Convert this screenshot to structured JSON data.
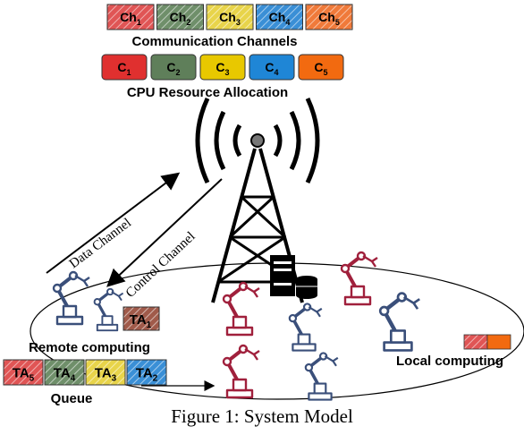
{
  "channels": {
    "title": "Communication Channels",
    "items": [
      {
        "base": "Ch",
        "sub": "1",
        "color": "#e05555"
      },
      {
        "base": "Ch",
        "sub": "2",
        "color": "#6f8f6a"
      },
      {
        "base": "Ch",
        "sub": "3",
        "color": "#e8d44a"
      },
      {
        "base": "Ch",
        "sub": "4",
        "color": "#3a8fd6"
      },
      {
        "base": "Ch",
        "sub": "5",
        "color": "#f07a3a"
      }
    ]
  },
  "cpu": {
    "title": "CPU Resource Allocation",
    "items": [
      {
        "base": "C",
        "sub": "1",
        "color": "#e0302f"
      },
      {
        "base": "C",
        "sub": "2",
        "color": "#5f7f5a"
      },
      {
        "base": "C",
        "sub": "3",
        "color": "#e8c800"
      },
      {
        "base": "C",
        "sub": "4",
        "color": "#1f86d6"
      },
      {
        "base": "C",
        "sub": "5",
        "color": "#f26a10"
      }
    ]
  },
  "links": {
    "data_channel": "Data Channel",
    "control_channel": "Control Channel"
  },
  "remote": {
    "label": "Remote computing",
    "task": {
      "base": "TA",
      "sub": "1",
      "color": "#a05a4a"
    }
  },
  "queue": {
    "label": "Queue",
    "tasks": [
      {
        "base": "TA",
        "sub": "5",
        "color": "#e05555"
      },
      {
        "base": "TA",
        "sub": "4",
        "color": "#6f8f6a"
      },
      {
        "base": "TA",
        "sub": "3",
        "color": "#e8d44a"
      },
      {
        "base": "TA",
        "sub": "2",
        "color": "#3a8fd6"
      }
    ]
  },
  "local": {
    "label": "Local computing"
  },
  "caption": "Figure 1: System Model",
  "colors": {
    "robot_blue": "#3a4f7a",
    "robot_red": "#a0203c"
  }
}
